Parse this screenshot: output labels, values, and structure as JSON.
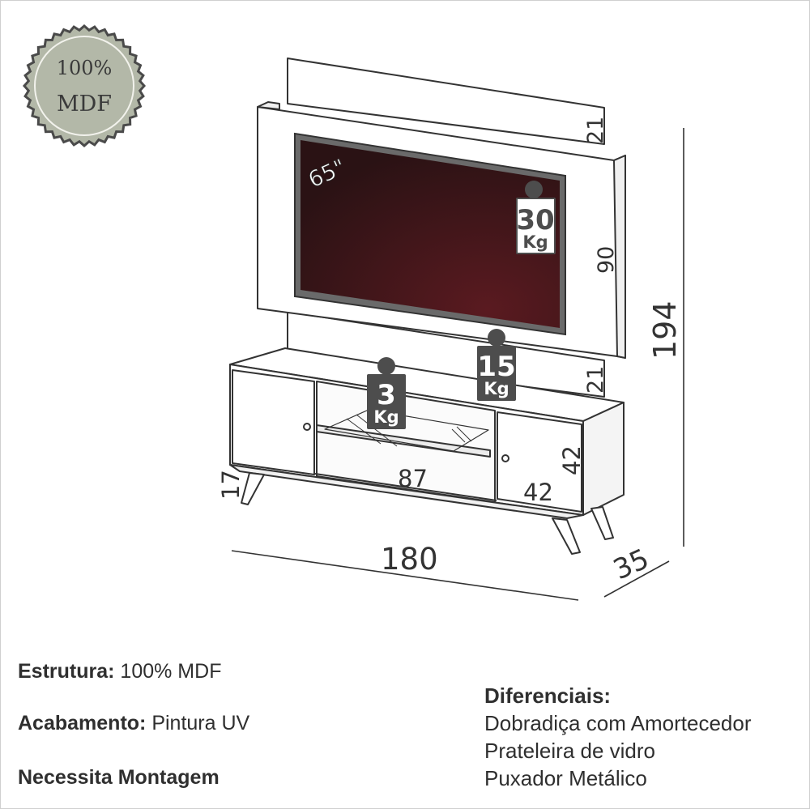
{
  "badge": {
    "line1": "100%",
    "line2": "MDF",
    "color": "#b3b8a8"
  },
  "tv": {
    "size": "65\"",
    "screen_color": "#3b1418"
  },
  "weights": {
    "panel": {
      "value": "30",
      "unit": "Kg"
    },
    "top": {
      "value": "15",
      "unit": "Kg"
    },
    "shelf": {
      "value": "3",
      "unit": "Kg"
    }
  },
  "dimensions": {
    "panel_top": "21",
    "panel_mid": "90",
    "panel_bottom": "21",
    "total_height": "194",
    "width": "180",
    "depth": "35",
    "legs": "17",
    "niche": "87",
    "door_height": "42",
    "door_width": "42"
  },
  "specs": {
    "estrutura_label": "Estrutura:",
    "estrutura_value": "100% MDF",
    "acabamento_label": "Acabamento:",
    "acabamento_value": "Pintura UV",
    "montagem": "Necessita Montagem"
  },
  "diferenciais": {
    "title": "Diferenciais:",
    "items": [
      "Dobradiça com Amortecedor",
      "Prateleira de vidro",
      "Puxador Metálico"
    ]
  }
}
